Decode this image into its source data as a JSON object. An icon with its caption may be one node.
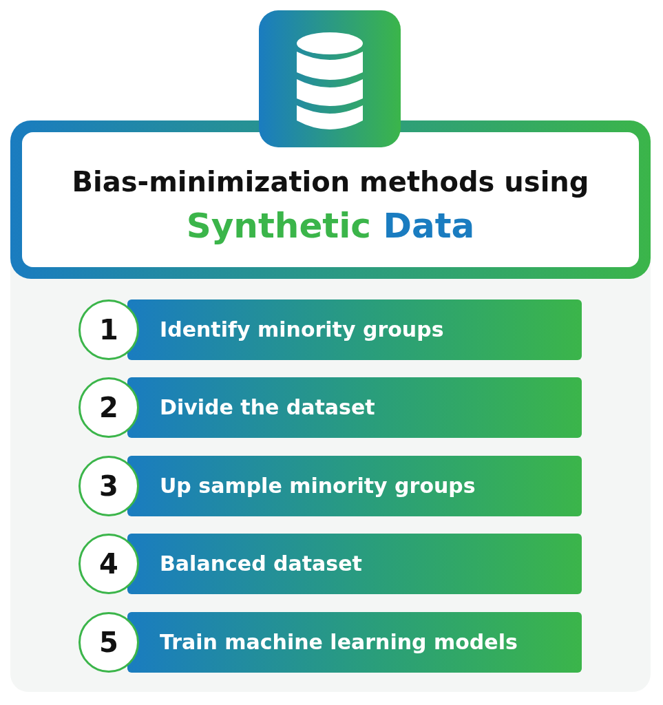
{
  "diagram": {
    "title": "Bias-minimization methods using Synthetic Data",
    "nodes": [
      {
        "text": [
          "1"
        ]
      },
      {
        "text": [
          "Identify minority groups"
        ]
      },
      {
        "text": [
          "2"
        ]
      },
      {
        "text": [
          "Divide the dataset"
        ]
      },
      {
        "text": [
          "3"
        ]
      },
      {
        "text": [
          "Up sample minority groups"
        ]
      },
      {
        "text": [
          "4"
        ]
      },
      {
        "text": [
          "Balanced dataset"
        ]
      },
      {
        "text": [
          "5"
        ]
      },
      {
        "text": [
          "Train machine learning models"
        ]
      }
    ],
    "edges": []
  }
}
